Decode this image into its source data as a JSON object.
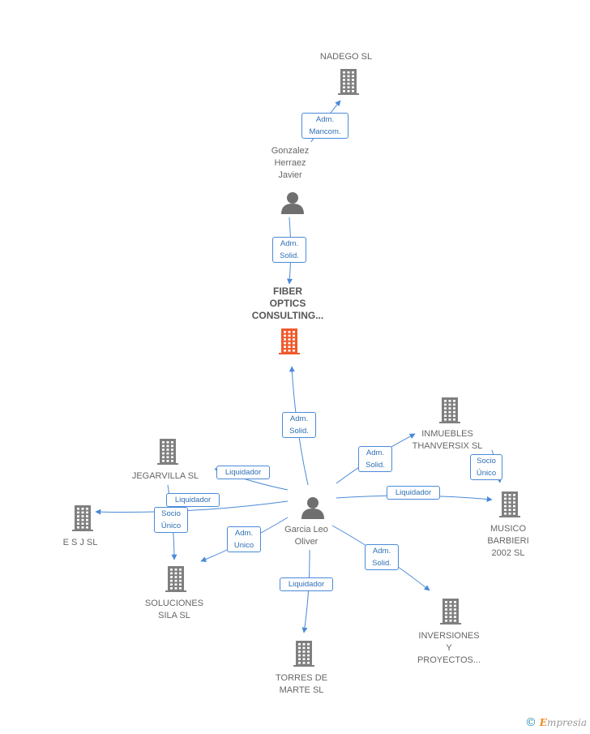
{
  "colors": {
    "accent": "#4a8ad8",
    "building": "#7f7f7f",
    "building_main": "#f0592a",
    "person": "#6f6f6f"
  },
  "nodes": [
    {
      "id": "nadego",
      "label": "NADEGO  SL",
      "icon": "building-icon"
    },
    {
      "id": "gonzalez",
      "label": "Gonzalez\nHerraez\nJavier",
      "icon": "person-icon"
    },
    {
      "id": "fiber",
      "label": "FIBER\nOPTICS\nCONSULTING...",
      "icon": "building-icon",
      "main": true
    },
    {
      "id": "inmuebles",
      "label": "INMUEBLES\nTHANVERSIX SL",
      "icon": "building-icon"
    },
    {
      "id": "jegarvilla",
      "label": "JEGARVILLA SL",
      "icon": "building-icon"
    },
    {
      "id": "esj",
      "label": "E S J SL",
      "icon": "building-icon"
    },
    {
      "id": "garcia",
      "label": "Garcia Leo\nOliver",
      "icon": "person-icon"
    },
    {
      "id": "musico",
      "label": "MUSICO\nBARBIERI\n2002 SL",
      "icon": "building-icon"
    },
    {
      "id": "soluciones",
      "label": "SOLUCIONES\nSILA SL",
      "icon": "building-icon"
    },
    {
      "id": "inversiones",
      "label": "INVERSIONES\nY\nPROYECTOS...",
      "icon": "building-icon"
    },
    {
      "id": "torres",
      "label": "TORRES DE\nMARTE SL",
      "icon": "building-icon"
    }
  ],
  "edges": [
    {
      "from": "gonzalez",
      "to": "nadego",
      "label": "Adm.\nMancom."
    },
    {
      "from": "gonzalez",
      "to": "fiber",
      "label": "Adm.\nSolid."
    },
    {
      "from": "garcia",
      "to": "fiber",
      "label": "Adm.\nSolid."
    },
    {
      "from": "garcia",
      "to": "inmuebles",
      "label": "Adm.\nSolid."
    },
    {
      "from": "inmuebles",
      "to": "musico",
      "label": "Socio\nÚnico"
    },
    {
      "from": "garcia",
      "to": "jegarvilla",
      "label": "Liquidador"
    },
    {
      "from": "garcia",
      "to": "esj",
      "label": "Liquidador"
    },
    {
      "from": "jegarvilla",
      "to": "soluciones",
      "label": "Socio\nÚnico"
    },
    {
      "from": "garcia",
      "to": "soluciones",
      "label": "Adm.\nUnico"
    },
    {
      "from": "garcia",
      "to": "musico",
      "label": "Liquidador"
    },
    {
      "from": "garcia",
      "to": "inversiones",
      "label": "Adm.\nSolid."
    },
    {
      "from": "garcia",
      "to": "torres",
      "label": "Liquidador"
    }
  ],
  "brand": {
    "copyright": "©",
    "initial": "E",
    "rest": "mpresia"
  }
}
